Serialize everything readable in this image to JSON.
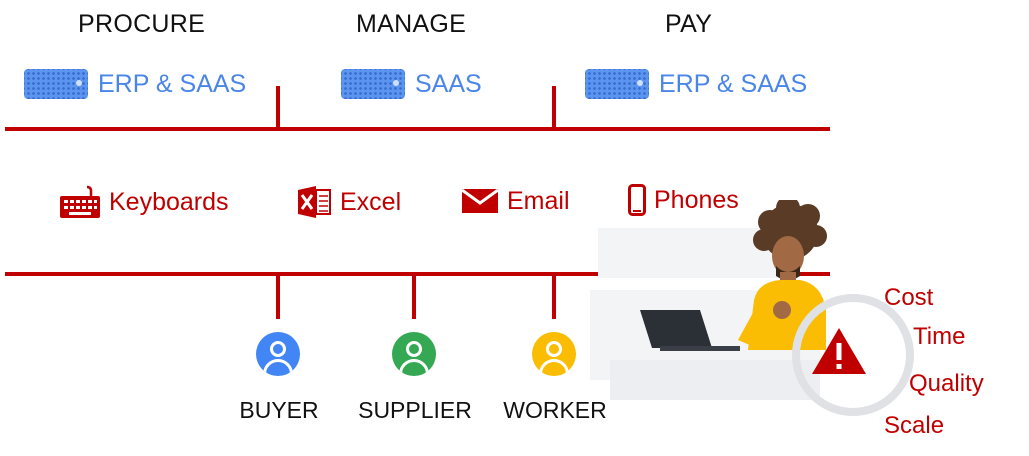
{
  "phases": [
    "PROCURE",
    "MANAGE",
    "PAY"
  ],
  "systems": [
    "ERP & SAAS",
    "SAAS",
    "ERP & SAAS"
  ],
  "tools": [
    {
      "label": "Keyboards",
      "icon": "keyboard-icon"
    },
    {
      "label": "Excel",
      "icon": "excel-icon"
    },
    {
      "label": "Email",
      "icon": "envelope-icon"
    },
    {
      "label": "Phones",
      "icon": "phone-icon"
    }
  ],
  "roles": [
    {
      "label": "BUYER",
      "color": "#4285f4"
    },
    {
      "label": "SUPPLIER",
      "color": "#34a853"
    },
    {
      "label": "WORKER",
      "color": "#fbbc04"
    }
  ],
  "risks": [
    "Cost",
    "Time",
    "Quality",
    "Scale"
  ],
  "colors": {
    "accent_red": "#c00000",
    "system_blue": "#4a86e8"
  }
}
